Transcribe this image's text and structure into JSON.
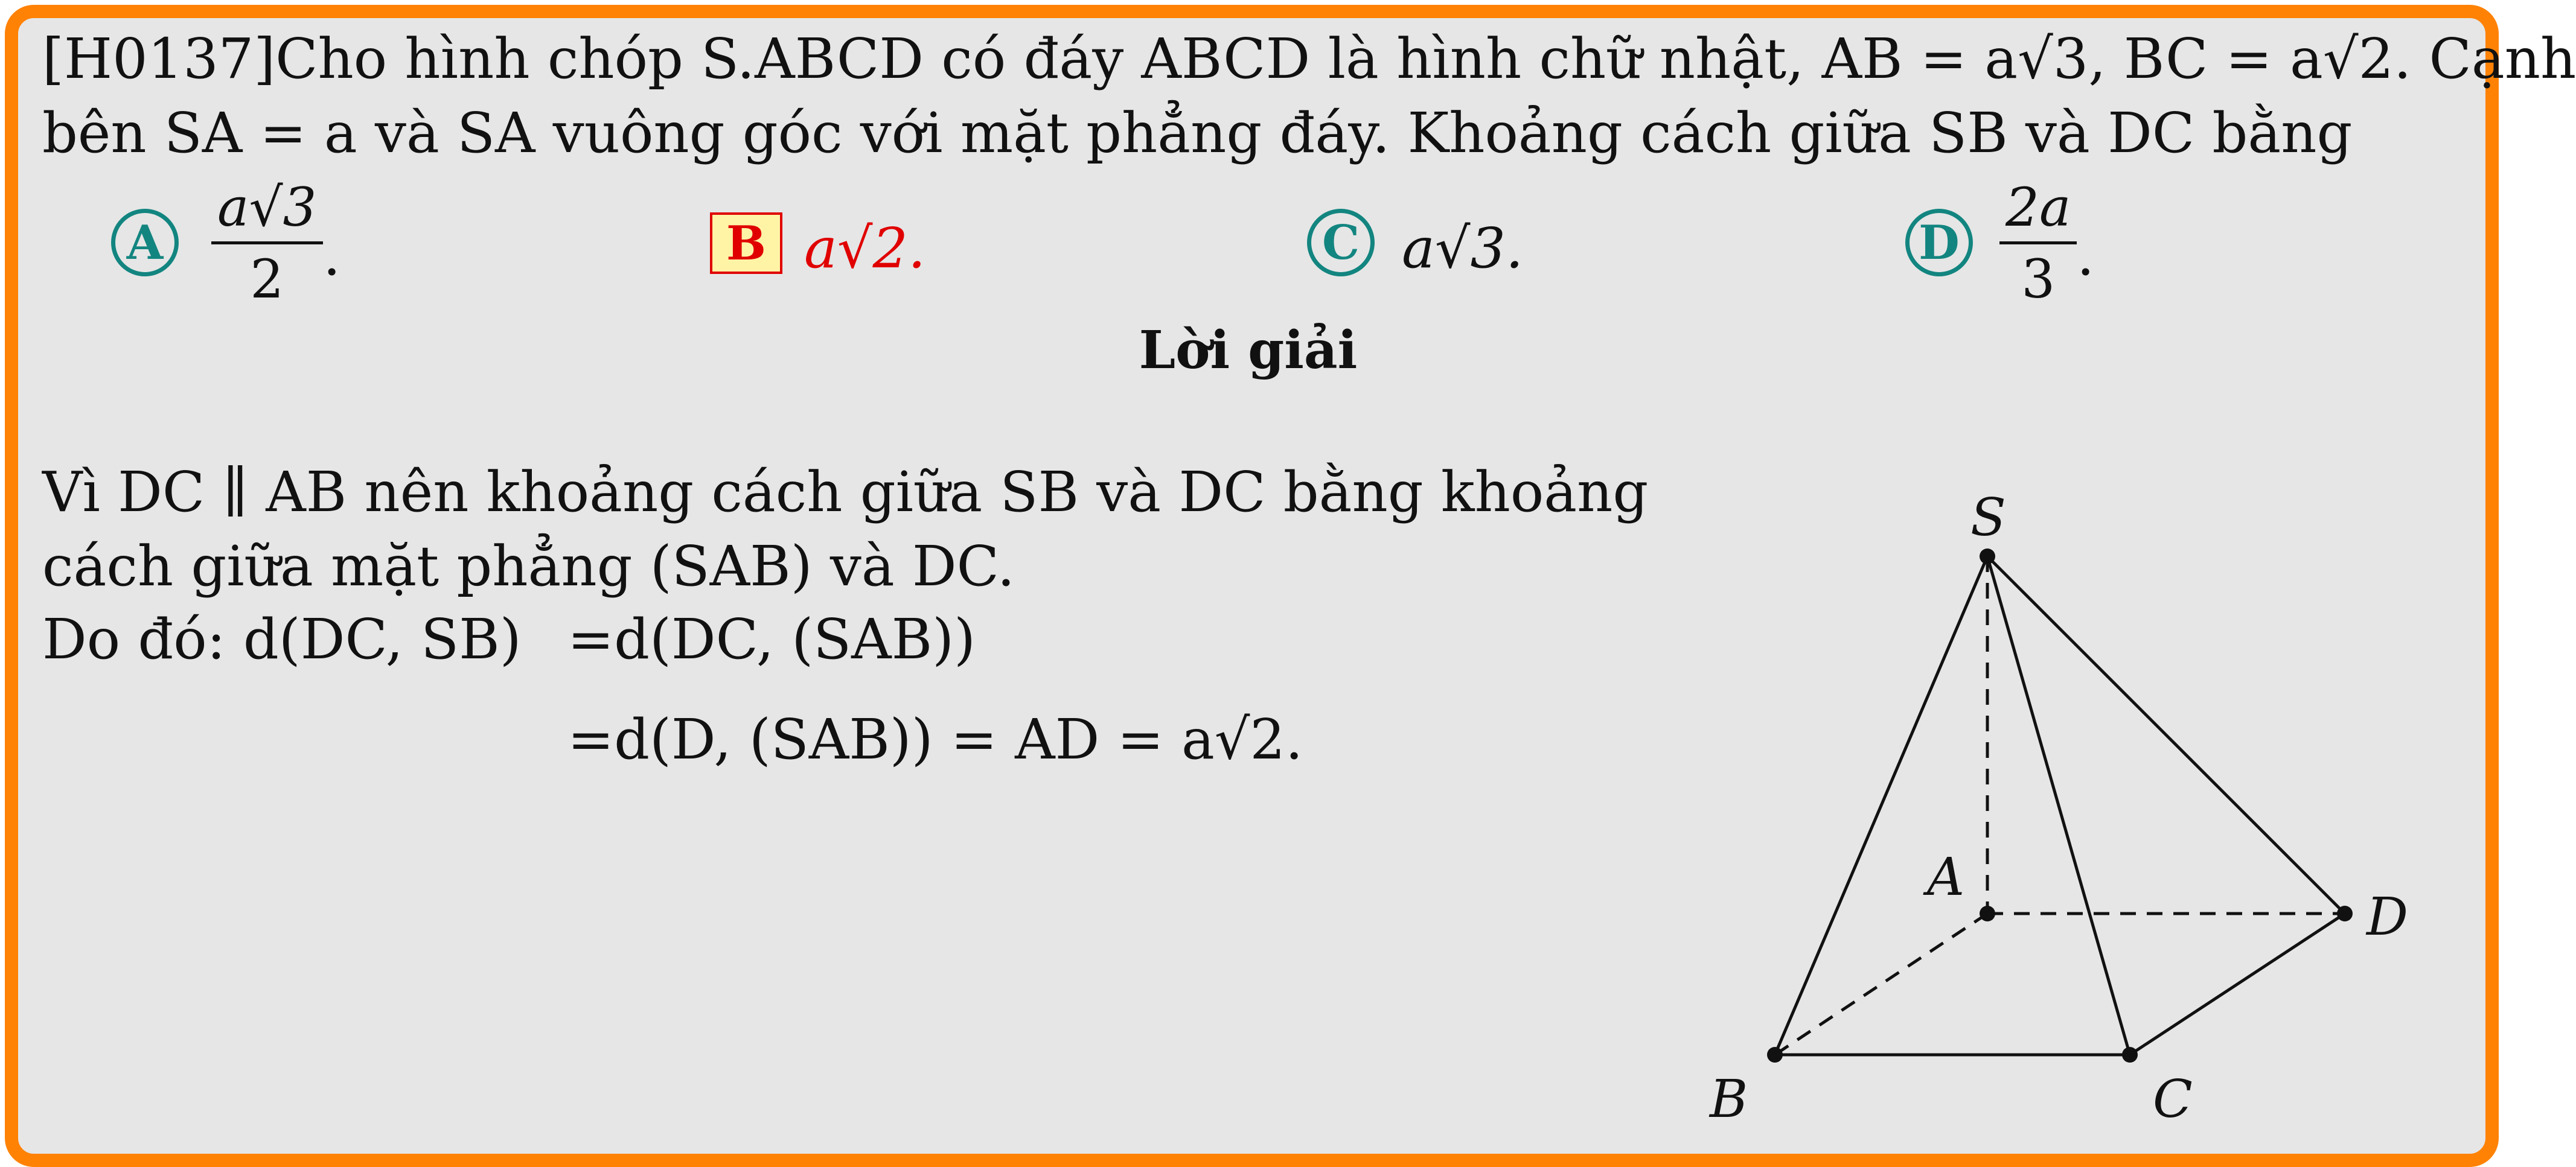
{
  "question": {
    "line1": "[H0137]Cho hình chóp S.ABCD có đáy ABCD là hình chữ nhật, AB = a√3, BC = a√2. Cạnh",
    "line2": "bên SA = a và SA vuông góc với mặt phẳng đáy. Khoảng cách giữa SB và DC bằng"
  },
  "choices": [
    {
      "letter": "A",
      "num": "a√3",
      "den": "2",
      "suffix": ".",
      "correct": false
    },
    {
      "letter": "B",
      "text": "a√2.",
      "correct": true
    },
    {
      "letter": "C",
      "text": "a√3.",
      "correct": false
    },
    {
      "letter": "D",
      "num": "2a",
      "den": "3",
      "suffix": ".",
      "correct": false
    }
  ],
  "solution": {
    "heading": "Lời giải",
    "line1": "Vì DC ∥ AB nên khoảng cách giữa SB và DC bằng khoảng",
    "line2": "cách giữa mặt phẳng (SAB) và DC.",
    "line3_left": "Do đó: d(DC, SB)",
    "line3_right": "=d(DC, (SAB))",
    "line4": "=d(D, (SAB)) = AD = a√2."
  },
  "figure": {
    "labels": {
      "S": "S",
      "A": "A",
      "B": "B",
      "C": "C",
      "D": "D"
    }
  },
  "colors": {
    "frame": "#ff8205",
    "background": "#e6e6e6",
    "choice": "#138580",
    "correct": "#e00000"
  }
}
